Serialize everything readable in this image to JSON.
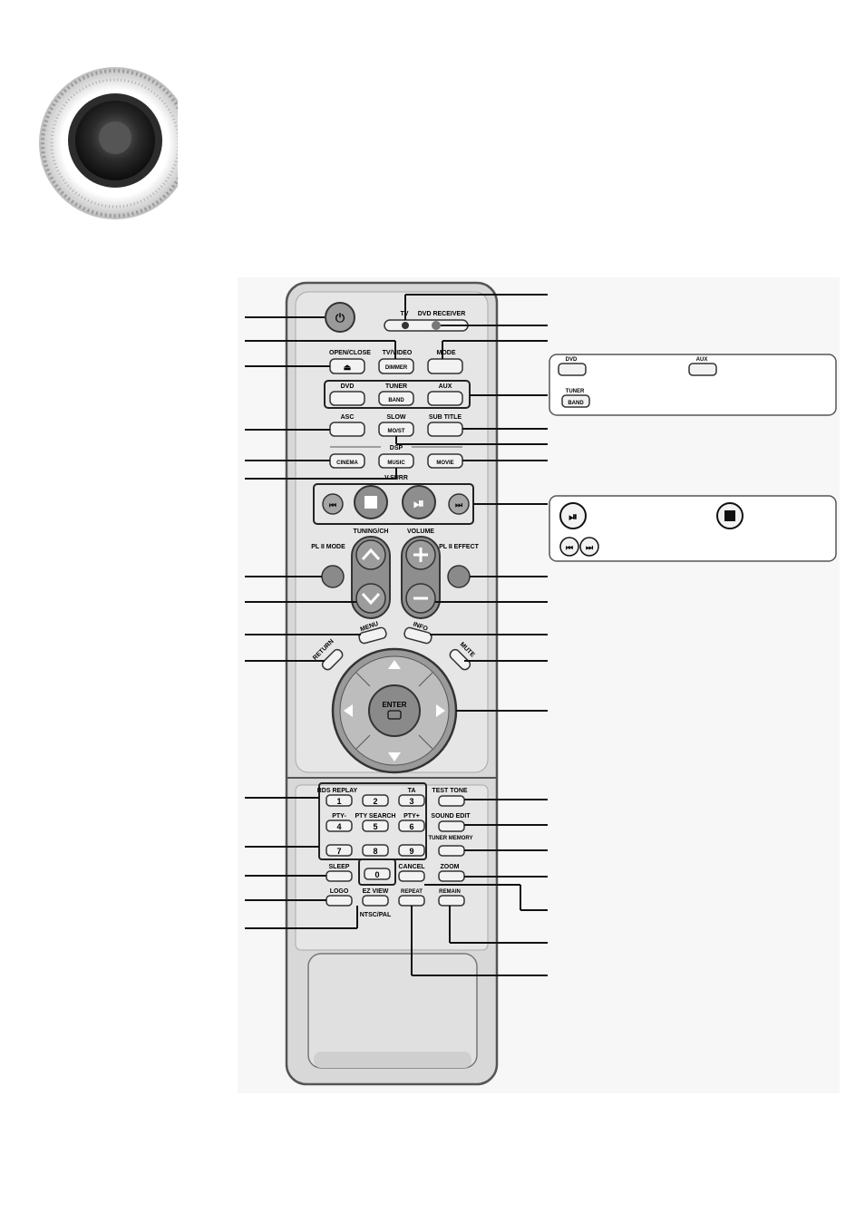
{
  "colors": {
    "remote_body": "#d6d6d6",
    "remote_panel": "#e4e4e4",
    "button_face": "#f2f2f2",
    "dark_button": "#8a8a8a",
    "accent": "#000000",
    "speaker_outer": "#cfcfcf",
    "speaker_inner": "#1c1c1c"
  },
  "icons": {
    "speaker": "speaker-graphic-icon",
    "power": "power-icon",
    "stop": "stop-icon",
    "play_pause": "play-pause-icon",
    "skip_back": "skip-back-icon",
    "skip_forward": "skip-forward-icon",
    "up": "chevron-up-icon",
    "down": "chevron-down-icon",
    "plus": "plus-icon",
    "minus": "minus-icon",
    "enter": "enter-icon"
  },
  "remote": {
    "tv": "TV",
    "dvd_receiver": "DVD RECEIVER",
    "open_close": "OPEN/CLOSE",
    "tv_video": "TV/VIDEO",
    "dimmer": "DIMMER",
    "mode": "MODE",
    "dvd": "DVD",
    "tuner": "TUNER",
    "band": "BAND",
    "aux": "AUX",
    "asc": "ASC",
    "slow": "SLOW",
    "mo_st": "MO/ST",
    "sub_title": "SUB TITLE",
    "dsp": "DSP",
    "cinema": "CINEMA",
    "music": "MUSIC",
    "movie": "MOVIE",
    "vsurr": "V.SURR",
    "tuning_ch": "TUNING/CH",
    "volume": "VOLUME",
    "pl2_mode": "PL II MODE",
    "pl2_effect": "PL II EFFECT",
    "menu": "MENU",
    "info": "INFO",
    "return": "RETURN",
    "mute": "MUTE",
    "enter": "ENTER",
    "rds_replay": "RDS REPLAY",
    "ta": "TA",
    "test_tone": "TEST TONE",
    "pty_minus": "PTY-",
    "pty_search": "PTY SEARCH",
    "pty_plus": "PTY+",
    "sound_edit": "SOUND EDIT",
    "tuner_memory": "TUNER MEMORY",
    "sleep": "SLEEP",
    "cancel": "CANCEL",
    "zoom": "ZOOM",
    "logo": "LOGO",
    "ez_view": "EZ VIEW",
    "ntsc_pal": "NTSC/PAL",
    "repeat": "REPEAT",
    "remain": "REMAIN",
    "digits": [
      "1",
      "2",
      "3",
      "4",
      "5",
      "6",
      "7",
      "8",
      "9",
      "0"
    ]
  },
  "callout_source": {
    "dvd": "DVD",
    "aux": "AUX",
    "tuner": "TUNER",
    "band": "BAND"
  }
}
